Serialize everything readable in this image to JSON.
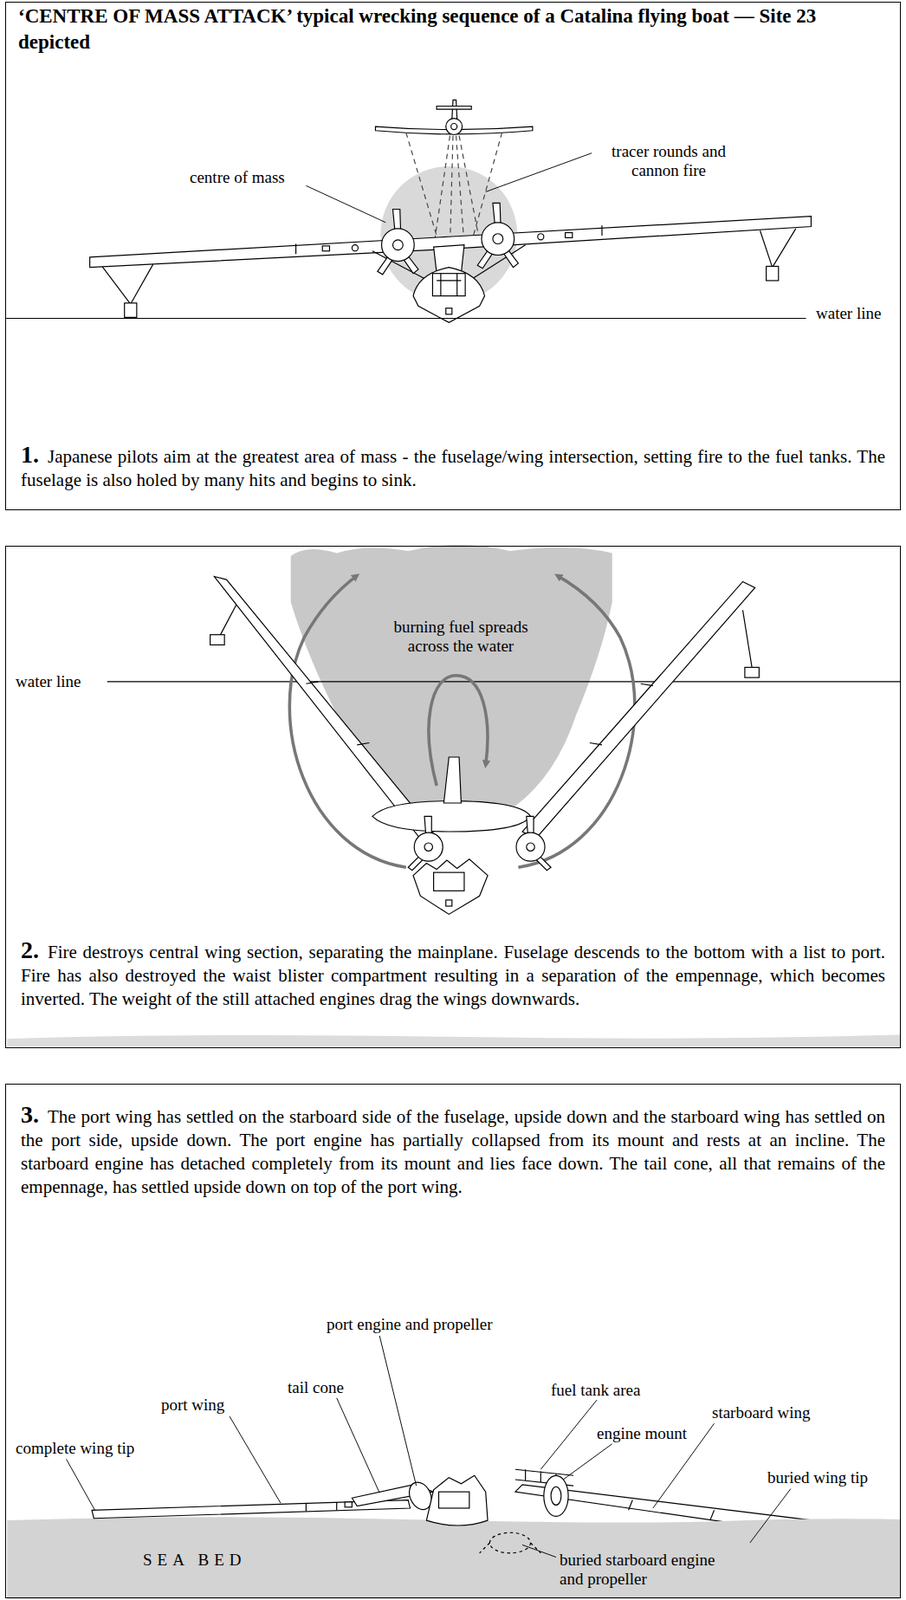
{
  "diagram": {
    "title": "‘CENTRE OF MASS ATTACK’ typical wrecking sequence of a Catalina flying boat — Site 23 depicted",
    "nodes": [
      {
        "text": [
          "1.",
          "Japanese pilots aim at the greatest area of mass - the fuselage/wing intersection, setting fire to the fuel tanks. The fuselage is also holed by many hits and begins to sink."
        ]
      },
      {
        "text": [
          "2.",
          "Fire destroys central wing section, separating the mainplane. Fuselage descends to the bottom with a list to port. Fire has also destroyed the waist blister compartment resulting in a separation of the empennage, which becomes inverted. The weight of the still attached engines drag the wings downwards."
        ]
      },
      {
        "text": [
          "3.",
          "The port wing has settled on the starboard side of the fuselage, upside down and the starboard wing has settled on the port side, upside down. The port engine has partially collapsed from its mount and rests at an incline. The starboard engine has detached completely from its mount and lies face down. The tail cone, all that remains of the empennage, has settled upside down on top of the port wing."
        ]
      }
    ],
    "labels": [
      "tracer rounds and cannon fire",
      "centre of mass",
      "water line",
      "burning fuel spreads across the water",
      "water line",
      "port engine and propeller",
      "tail cone",
      "fuel tank area",
      "port wing",
      "starboard wing",
      "engine mount",
      "complete wing tip",
      "buried wing tip",
      "SEA BED",
      "buried starboard engine and propeller"
    ]
  }
}
